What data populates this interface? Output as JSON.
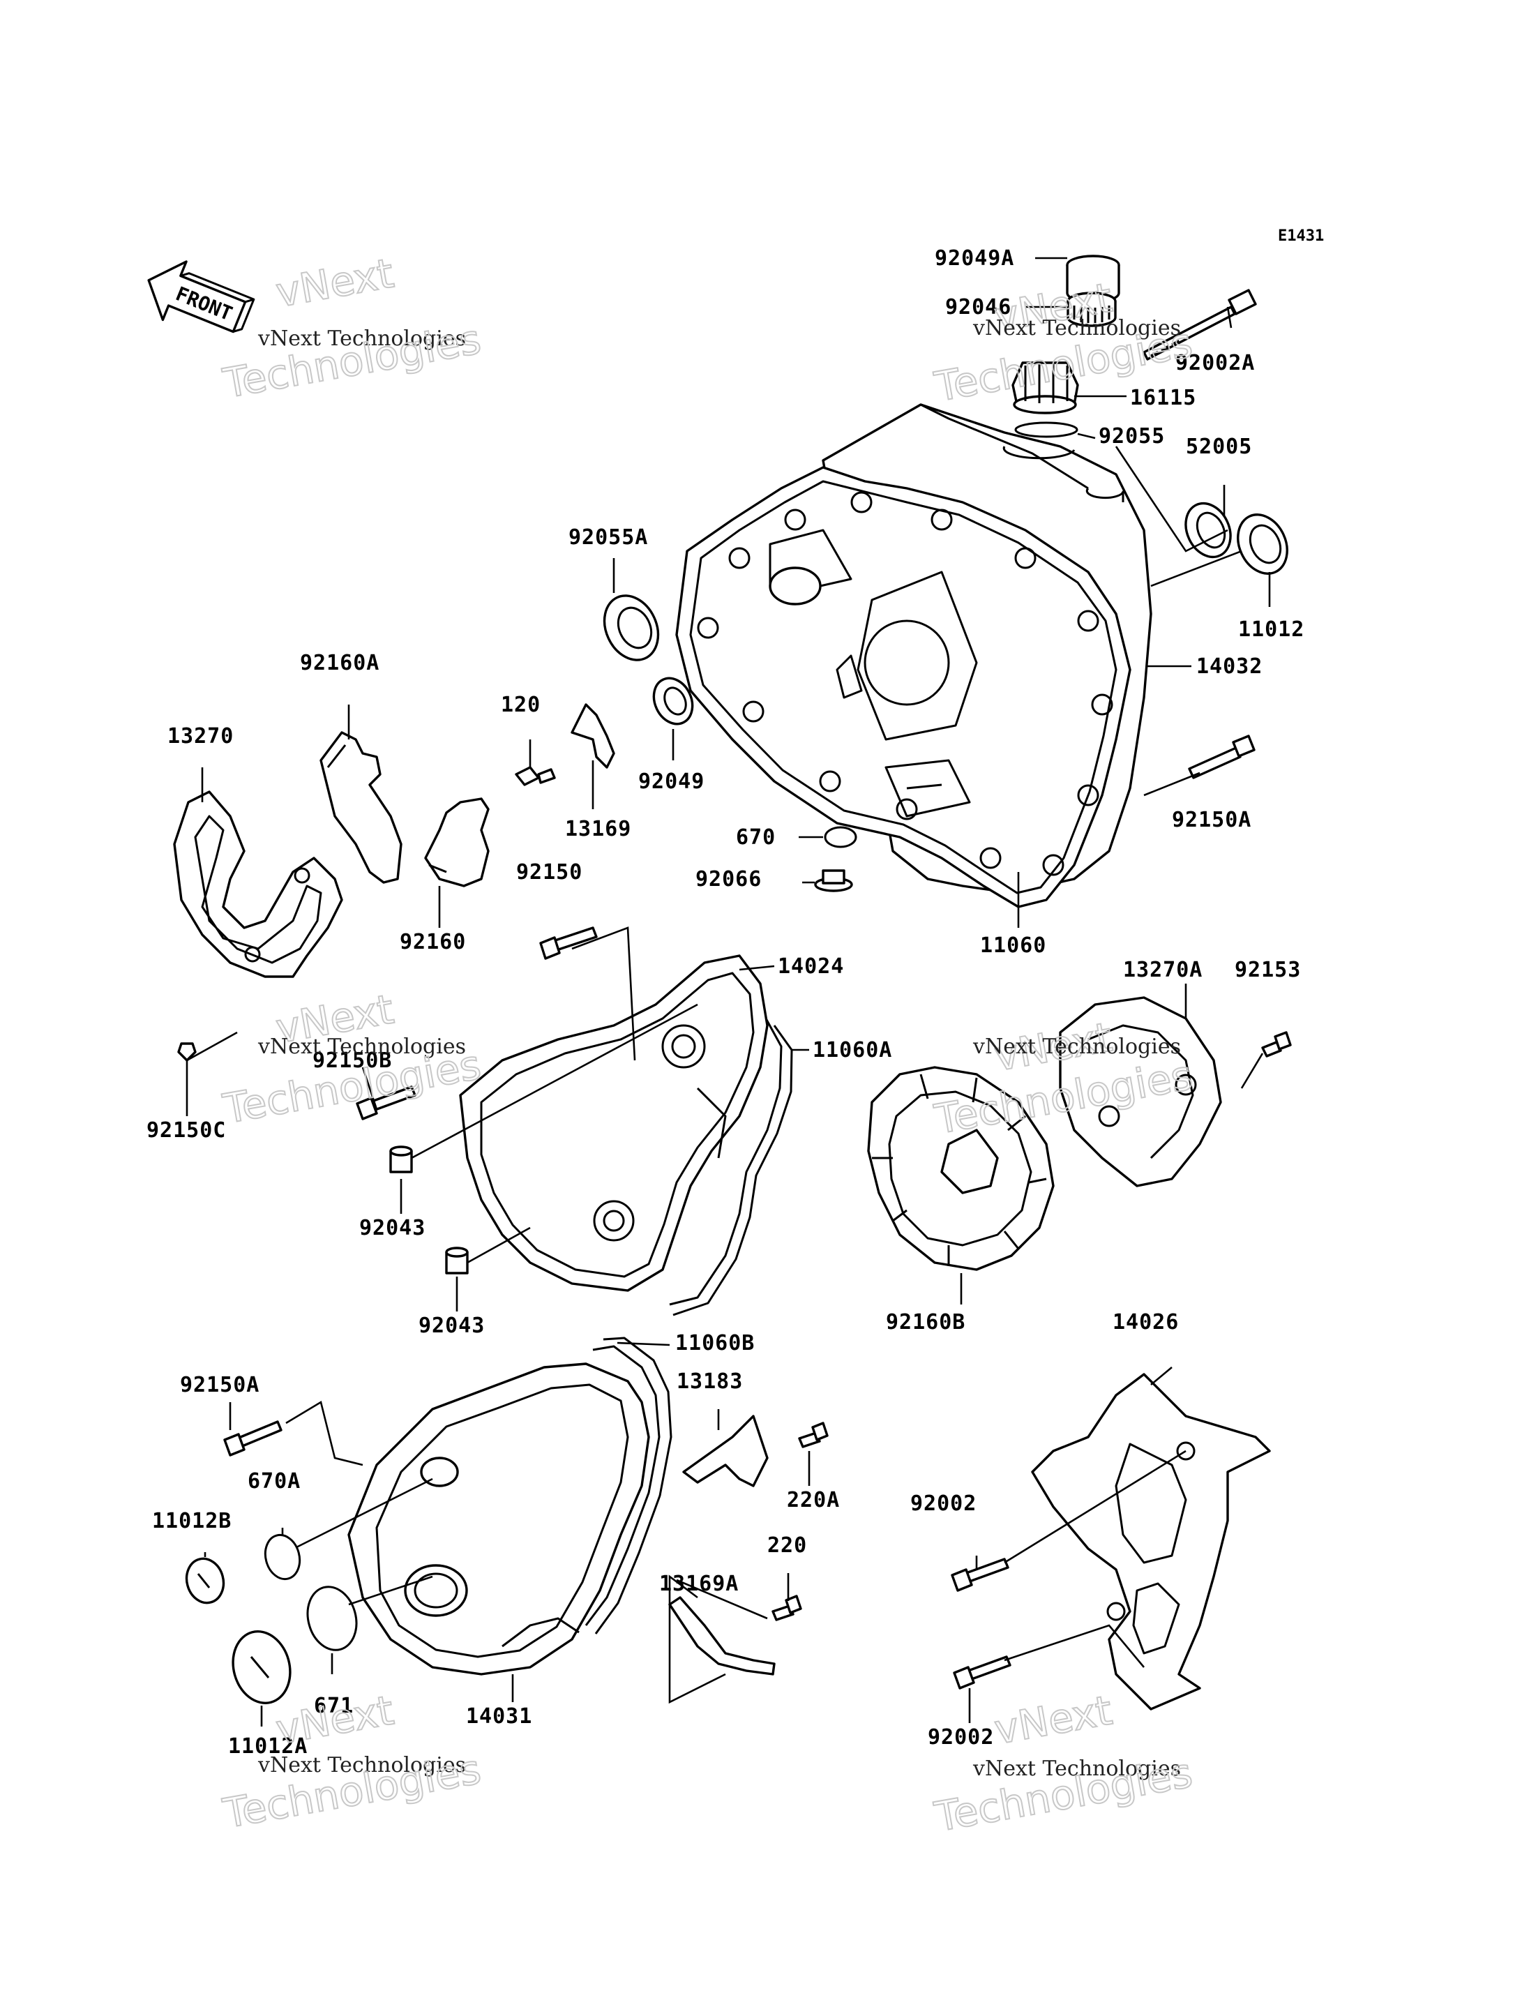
{
  "diagram": {
    "ref_code": "E1431",
    "front_label": "FRONT",
    "labels": [
      {
        "id": "l92049A",
        "text": "92049A"
      },
      {
        "id": "l92046",
        "text": "92046"
      },
      {
        "id": "l92002A",
        "text": "92002A"
      },
      {
        "id": "l16115",
        "text": "16115"
      },
      {
        "id": "l92055",
        "text": "92055"
      },
      {
        "id": "l52005",
        "text": "52005"
      },
      {
        "id": "l92055A",
        "text": "92055A"
      },
      {
        "id": "l11012",
        "text": "11012"
      },
      {
        "id": "l14032",
        "text": "14032"
      },
      {
        "id": "l92160A",
        "text": "92160A"
      },
      {
        "id": "l13270",
        "text": "13270"
      },
      {
        "id": "l120",
        "text": "120"
      },
      {
        "id": "l92049",
        "text": "92049"
      },
      {
        "id": "l13169",
        "text": "13169"
      },
      {
        "id": "l670",
        "text": "670"
      },
      {
        "id": "l92150A_top",
        "text": "92150A"
      },
      {
        "id": "l92066",
        "text": "92066"
      },
      {
        "id": "l92150",
        "text": "92150"
      },
      {
        "id": "l92160",
        "text": "92160"
      },
      {
        "id": "l11060",
        "text": "11060"
      },
      {
        "id": "l14024",
        "text": "14024"
      },
      {
        "id": "l13270A",
        "text": "13270A"
      },
      {
        "id": "l92153",
        "text": "92153"
      },
      {
        "id": "l11060A",
        "text": "11060A"
      },
      {
        "id": "l92150B",
        "text": "92150B"
      },
      {
        "id": "l92150C",
        "text": "92150C"
      },
      {
        "id": "l92043a",
        "text": "92043"
      },
      {
        "id": "l92043b",
        "text": "92043"
      },
      {
        "id": "l92160B",
        "text": "92160B"
      },
      {
        "id": "l11060B",
        "text": "11060B"
      },
      {
        "id": "l14026",
        "text": "14026"
      },
      {
        "id": "l92150A_bot",
        "text": "92150A"
      },
      {
        "id": "l13183",
        "text": "13183"
      },
      {
        "id": "l670A",
        "text": "670A"
      },
      {
        "id": "l220A",
        "text": "220A"
      },
      {
        "id": "l11012B",
        "text": "11012B"
      },
      {
        "id": "l92002a",
        "text": "92002"
      },
      {
        "id": "l220",
        "text": "220"
      },
      {
        "id": "l13169A",
        "text": "13169A"
      },
      {
        "id": "l671",
        "text": "671"
      },
      {
        "id": "l14031",
        "text": "14031"
      },
      {
        "id": "l11012A",
        "text": "11012A"
      },
      {
        "id": "l92002b",
        "text": "92002"
      }
    ],
    "watermark": {
      "line1": "vNext Technologies",
      "line2": "Technologies",
      "line3": "vNext"
    }
  }
}
